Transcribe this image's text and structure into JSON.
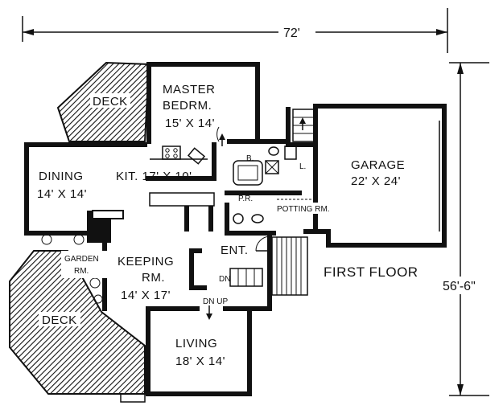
{
  "dimensions": {
    "width_label": "72'",
    "height_label": "56'-6\""
  },
  "floor_label": "FIRST FLOOR",
  "rooms": {
    "master": {
      "name_1": "MASTER",
      "name_2": "BEDRM.",
      "size": "15' X 14'"
    },
    "deck_top": {
      "name": "DECK"
    },
    "dining": {
      "name": "DINING",
      "size": "14' X 14'"
    },
    "kitchen": {
      "name": "KIT. 17' X 10'"
    },
    "bath": {
      "name": "B."
    },
    "laundry": {
      "name": "L."
    },
    "garage": {
      "name": "GARAGE",
      "size": "22' X 24'"
    },
    "powder": {
      "name": "P.R."
    },
    "potting": {
      "name": "POTTING RM."
    },
    "garden": {
      "name_1": "GARDEN",
      "name_2": "RM."
    },
    "keeping": {
      "name_1": "KEEPING",
      "name_2": "RM.",
      "size": "14' X 17'"
    },
    "entry": {
      "name": "ENT."
    },
    "deck_bottom": {
      "name": "DECK"
    },
    "living": {
      "name": "LIVING",
      "size": "18' X 14'"
    }
  },
  "stairs": {
    "down": "DN",
    "down_up": "DN UP"
  },
  "icons": [
    "stair-arrow-icon",
    "range-icon",
    "sink-icon",
    "toilet-icon",
    "tub-icon",
    "fireplace-icon"
  ]
}
